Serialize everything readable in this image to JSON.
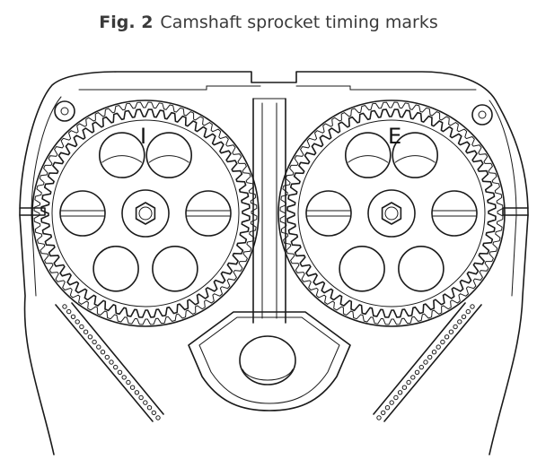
{
  "caption": {
    "figure": "Fig. 2",
    "title": "Camshaft sprocket timing marks"
  },
  "sprockets": [
    {
      "id": "intake",
      "mark": "I"
    },
    {
      "id": "exhaust",
      "mark": "E"
    }
  ]
}
